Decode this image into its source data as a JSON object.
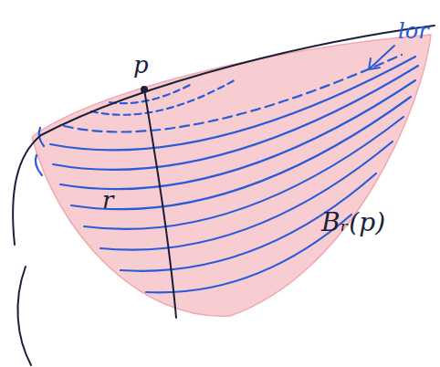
{
  "diagram": {
    "labels": [
      "p",
      "r",
      "Bᵣ(p)",
      "lor"
    ]
  }
}
